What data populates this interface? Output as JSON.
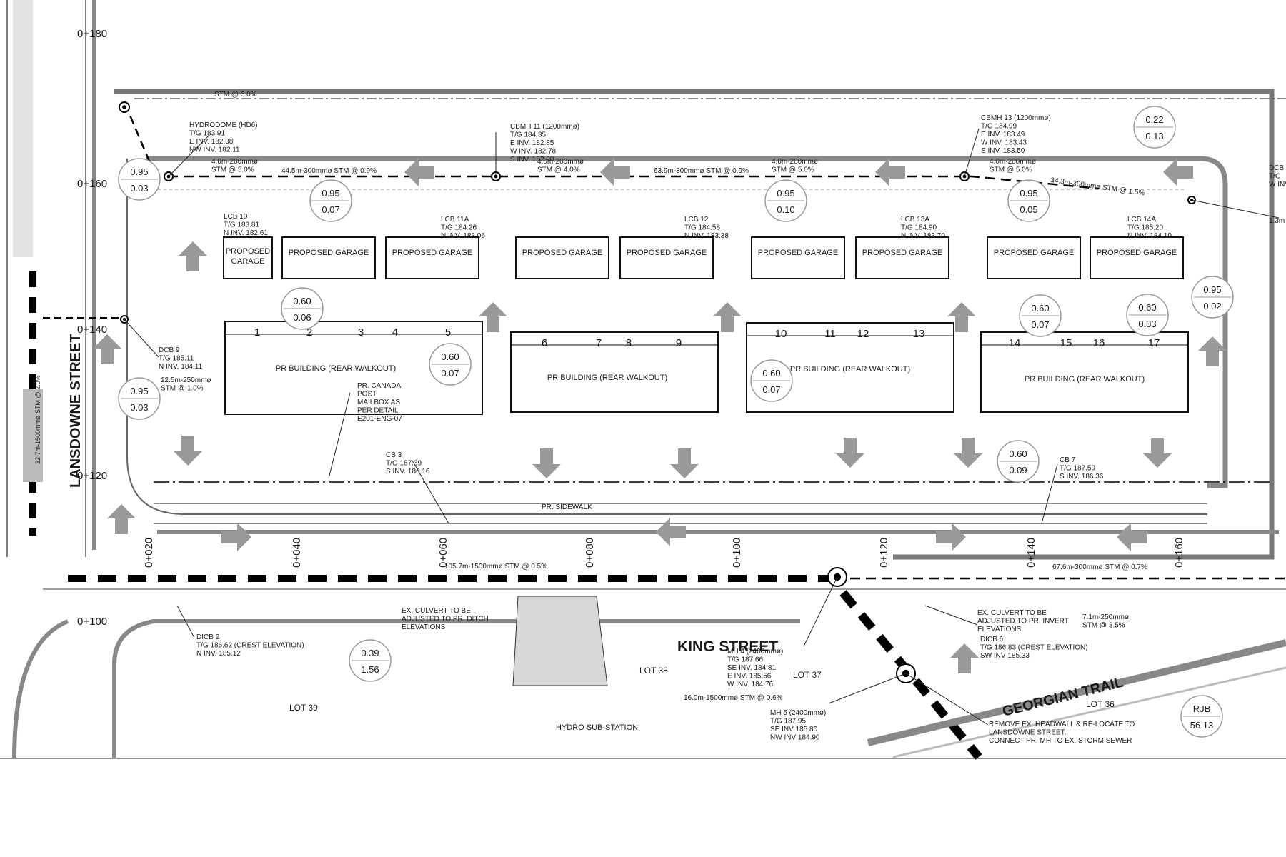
{
  "streets": {
    "lansdowne": "LANSDOWNE STREET",
    "king": "KING STREET",
    "georgian": "GEORGIAN TRAIL"
  },
  "stations": [
    "0+180",
    "0+160",
    "0+140",
    "0+120",
    "0+100",
    "0+020",
    "0+040",
    "0+060",
    "0+080",
    "0+100",
    "0+120",
    "0+140",
    "0+160"
  ],
  "garages": [
    {
      "l1": "PROPOSED",
      "l2": "GARAGE"
    },
    {
      "l1": "PROPOSED GARAGE",
      "l2": ""
    },
    {
      "l1": "PROPOSED GARAGE",
      "l2": ""
    },
    {
      "l1": "PROPOSED GARAGE",
      "l2": ""
    },
    {
      "l1": "PROPOSED GARAGE",
      "l2": ""
    },
    {
      "l1": "PROPOSED GARAGE",
      "l2": ""
    },
    {
      "l1": "PROPOSED GARAGE",
      "l2": ""
    },
    {
      "l1": "PROPOSED GARAGE",
      "l2": ""
    },
    {
      "l1": "PROPOSED GARAGE",
      "l2": ""
    }
  ],
  "buildings": [
    {
      "label": "PR BUILDING (REAR WALKOUT)",
      "units": [
        "1",
        "2",
        "3",
        "4",
        "5"
      ]
    },
    {
      "label": "PR BUILDING (REAR WALKOUT)",
      "units": [
        "6",
        "7",
        "8",
        "9"
      ]
    },
    {
      "label": "PR BUILDING (REAR WALKOUT)",
      "units": [
        "10",
        "11",
        "12",
        "13"
      ]
    },
    {
      "label": "PR BUILDING (REAR WALKOUT)",
      "units": [
        "14",
        "15",
        "16",
        "17"
      ]
    }
  ],
  "runoff": [
    {
      "top": "0.22",
      "bottom": "0.13"
    },
    {
      "top": "0.95",
      "bottom": "0.03"
    },
    {
      "top": "0.95",
      "bottom": "0.07"
    },
    {
      "top": "0.95",
      "bottom": "0.10"
    },
    {
      "top": "0.95",
      "bottom": "0.05"
    },
    {
      "top": "0.60",
      "bottom": "0.06"
    },
    {
      "top": "0.60",
      "bottom": "0.07"
    },
    {
      "top": "0.60",
      "bottom": "0.07"
    },
    {
      "top": "0.60",
      "bottom": "0.07"
    },
    {
      "top": "0.60",
      "bottom": "0.03"
    },
    {
      "top": "0.95",
      "bottom": "0.02"
    },
    {
      "top": "0.95",
      "bottom": "0.03"
    },
    {
      "top": "0.60",
      "bottom": "0.09"
    },
    {
      "top": "0.39",
      "bottom": "1.56"
    },
    {
      "top": "RJB",
      "bottom": "56.13"
    }
  ],
  "callouts": [
    {
      "lines": [
        "STM @ 5.0%"
      ]
    },
    {
      "lines": [
        "HYDRODOME (HD6)",
        "T/G 183.91",
        "E INV. 182.38",
        "NW INV. 182.11"
      ]
    },
    {
      "lines": [
        "CBMH 11 (1200mmø)",
        "T/G 184.35",
        "E INV. 182.85",
        "W INV. 182.78",
        "S INV. 182.90"
      ]
    },
    {
      "lines": [
        "CBMH 13 (1200mmø)",
        "T/G 184.99",
        "E INV. 183.49",
        "W INV. 183.43",
        "S INV. 183.50"
      ]
    },
    {
      "lines": [
        "4.0m-200mmø",
        "STM @ 5.0%"
      ]
    },
    {
      "lines": [
        "44.5m-300mmø STM @ 0.9%"
      ]
    },
    {
      "lines": [
        "4.0m-200mmø",
        "STM @ 4.0%"
      ]
    },
    {
      "lines": [
        "63.9m-300mmø STM @ 0.9%"
      ]
    },
    {
      "lines": [
        "4.0m-200mmø",
        "STM @ 5.0%"
      ]
    },
    {
      "lines": [
        "4.0m-200mmø",
        "STM @ 5.0%"
      ]
    },
    {
      "lines": [
        "34.3m-300mmø STM @ 1.5%"
      ]
    },
    {
      "lines": [
        "LCB 10",
        "T/G 183.81",
        "N INV. 182.61"
      ]
    },
    {
      "lines": [
        "LCB 11A",
        "T/G 184.26",
        "N INV. 183.06"
      ]
    },
    {
      "lines": [
        "LCB 12",
        "T/G 184.58",
        "N INV. 183.38"
      ]
    },
    {
      "lines": [
        "LCB 13A",
        "T/G 184.90",
        "N INV. 183.70"
      ]
    },
    {
      "lines": [
        "LCB 14A",
        "T/G 185.20",
        "N INV. 184.10"
      ]
    },
    {
      "lines": [
        "DCB 9",
        "T/G 185.11",
        "N INV. 184.11"
      ]
    },
    {
      "lines": [
        "12.5m-250mmø",
        "STM @ 1.0%"
      ]
    },
    {
      "lines": [
        "PR. CANADA",
        "POST",
        "MAILBOX AS",
        "PER DETAIL",
        "E201-ENG-07"
      ]
    },
    {
      "lines": [
        "CB 3",
        "T/G 187.39",
        "S INV. 186.16"
      ]
    },
    {
      "lines": [
        "CB 7",
        "T/G 187.59",
        "S INV. 186.36"
      ]
    },
    {
      "lines": [
        "PR. SIDEWALK"
      ]
    },
    {
      "lines": [
        "105.7m-1500mmø STM @ 0.5%"
      ]
    },
    {
      "lines": [
        "67.6m-300mmø STM @ 0.7%"
      ]
    },
    {
      "lines": [
        "EX. CULVERT TO BE",
        "ADJUSTED TO PR. DITCH",
        "ELEVATIONS"
      ]
    },
    {
      "lines": [
        "EX. CULVERT TO BE",
        "ADJUSTED TO PR. INVERT",
        "ELEVATIONS"
      ]
    },
    {
      "lines": [
        "7.1m-250mmø",
        "STM @ 3.5%"
      ]
    },
    {
      "lines": [
        "DICB 2",
        "T/G 186.62 (CREST ELEVATION)",
        "N INV. 185.12"
      ]
    },
    {
      "lines": [
        "DICB 6",
        "T/G 186.83 (CREST ELEVATION)",
        "SW INV 185.33"
      ]
    },
    {
      "lines": [
        "MH 4 (2400mmø)",
        "T/G 187.66",
        "SE INV. 184.81",
        "E INV. 185.56",
        "W INV. 184.76"
      ]
    },
    {
      "lines": [
        "16.0m-1500mmø STM @ 0.6%"
      ]
    },
    {
      "lines": [
        "MH 5 (2400mmø)",
        "T/G 187.95",
        "SE INV 185.80",
        "NW INV 184.90"
      ]
    },
    {
      "lines": [
        "REMOVE EX. HEADWALL & RE-LOCATE TO",
        "LANSDOWNE STREET.",
        "CONNECT PR. MH TO EX. STORM SEWER"
      ]
    },
    {
      "lines": [
        "HYDRO SUB-STATION"
      ]
    },
    {
      "lines": [
        "32.7m-1500mmø STM @ 2.0%"
      ]
    },
    {
      "lines": [
        "1.3m"
      ]
    },
    {
      "lines": [
        "DCB",
        "T/G",
        "W INV"
      ]
    }
  ],
  "lots": [
    "LOT 38",
    "LOT 37",
    "LOT 39",
    "LOT 36"
  ]
}
